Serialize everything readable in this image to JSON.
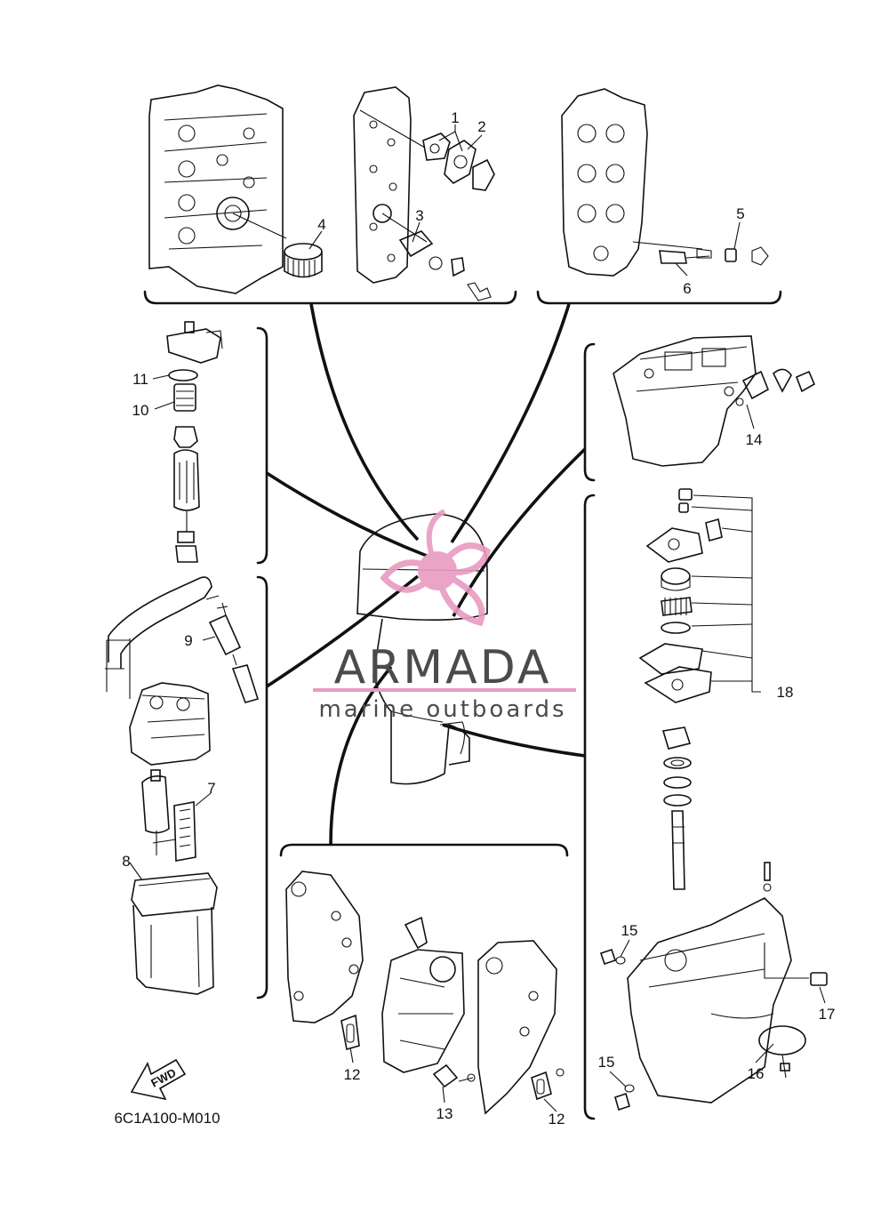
{
  "callouts": {
    "c1": "1",
    "c2": "2",
    "c3": "3",
    "c4": "4",
    "c5": "5",
    "c6": "6",
    "c7": "7",
    "c8": "8",
    "c9": "9",
    "c10": "10",
    "c11": "11",
    "c12a": "12",
    "c12b": "12",
    "c13": "13",
    "c14": "14",
    "c15a": "15",
    "c15b": "15",
    "c16": "16",
    "c17": "17",
    "c18": "18"
  },
  "fwd_label": "FWD",
  "diagram_code": "6C1A100-M010",
  "watermark": {
    "brand": "ARMADA",
    "tagline": "marine outboards",
    "accent_color": "#e79bc2",
    "text_color": "#4b4b4b"
  }
}
